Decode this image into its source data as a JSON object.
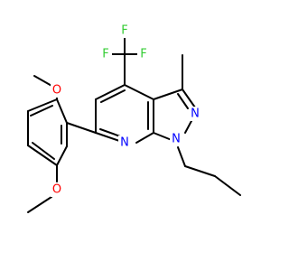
{
  "molecule": {
    "atoms": {
      "F_top": "F",
      "F_left": "F",
      "F_right": "F",
      "O_top": "O",
      "O_bottom": "O",
      "N_ring6": "N",
      "N_ring5_upper": "N",
      "N_ring5_lower": "N"
    },
    "colors": {
      "bond": "#000000",
      "fluorine": "#33cc33",
      "oxygen": "#ff0000",
      "nitrogen": "#0000ff"
    }
  }
}
